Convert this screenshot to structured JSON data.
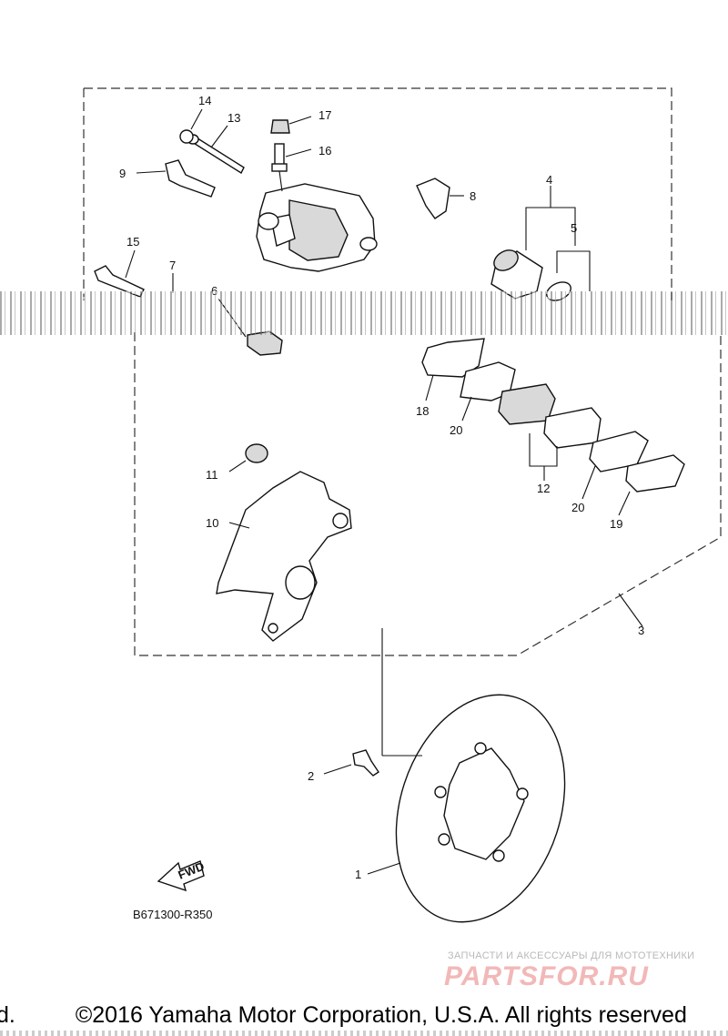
{
  "diagram": {
    "diagram_code": "B671300-R350",
    "fwd_label": "FWD",
    "callouts": [
      "1",
      "2",
      "3",
      "4",
      "5",
      "6",
      "7",
      "8",
      "9",
      "10",
      "11",
      "12",
      "13",
      "14",
      "15",
      "16",
      "17",
      "18",
      "19",
      "20",
      "20"
    ]
  },
  "watermark": {
    "tagline": "ЗАПЧАСТИ И АКСЕССУАРЫ ДЛЯ МОТОТЕХНИКИ",
    "logo": "PARTSFOR.RU"
  },
  "footer": {
    "prefix": "d.",
    "copyright": "©2016 Yamaha Motor Corporation, U.S.A. All rights reserved"
  },
  "colors": {
    "line": "#111111",
    "watermark": "#f2b8b8"
  }
}
